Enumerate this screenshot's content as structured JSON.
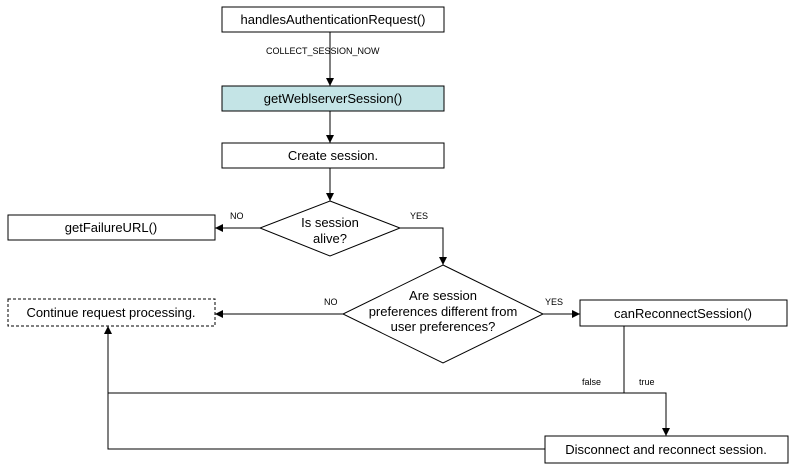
{
  "nodes": {
    "handles_auth": "handlesAuthenticationRequest()",
    "get_webl_session": "getWeblserverSession()",
    "create_session": "Create session.",
    "get_failure_url": "getFailureURL()",
    "is_alive": [
      "Is session",
      "alive?"
    ],
    "prefs_diff": [
      "Are session",
      "preferences different from",
      "user preferences?"
    ],
    "continue": "Continue request processing.",
    "can_reconnect": "canReconnectSession()",
    "disconnect": "Disconnect and reconnect session."
  },
  "edges": {
    "collect_now": "COLLECT_SESSION_NOW",
    "alive_no": "NO",
    "alive_yes": "YES",
    "prefs_no": "NO",
    "prefs_yes": "YES",
    "reconnect_false": "false",
    "reconnect_true": "true"
  },
  "colors": {
    "highlight_box": "#c4e4e6",
    "line": "#000000"
  }
}
